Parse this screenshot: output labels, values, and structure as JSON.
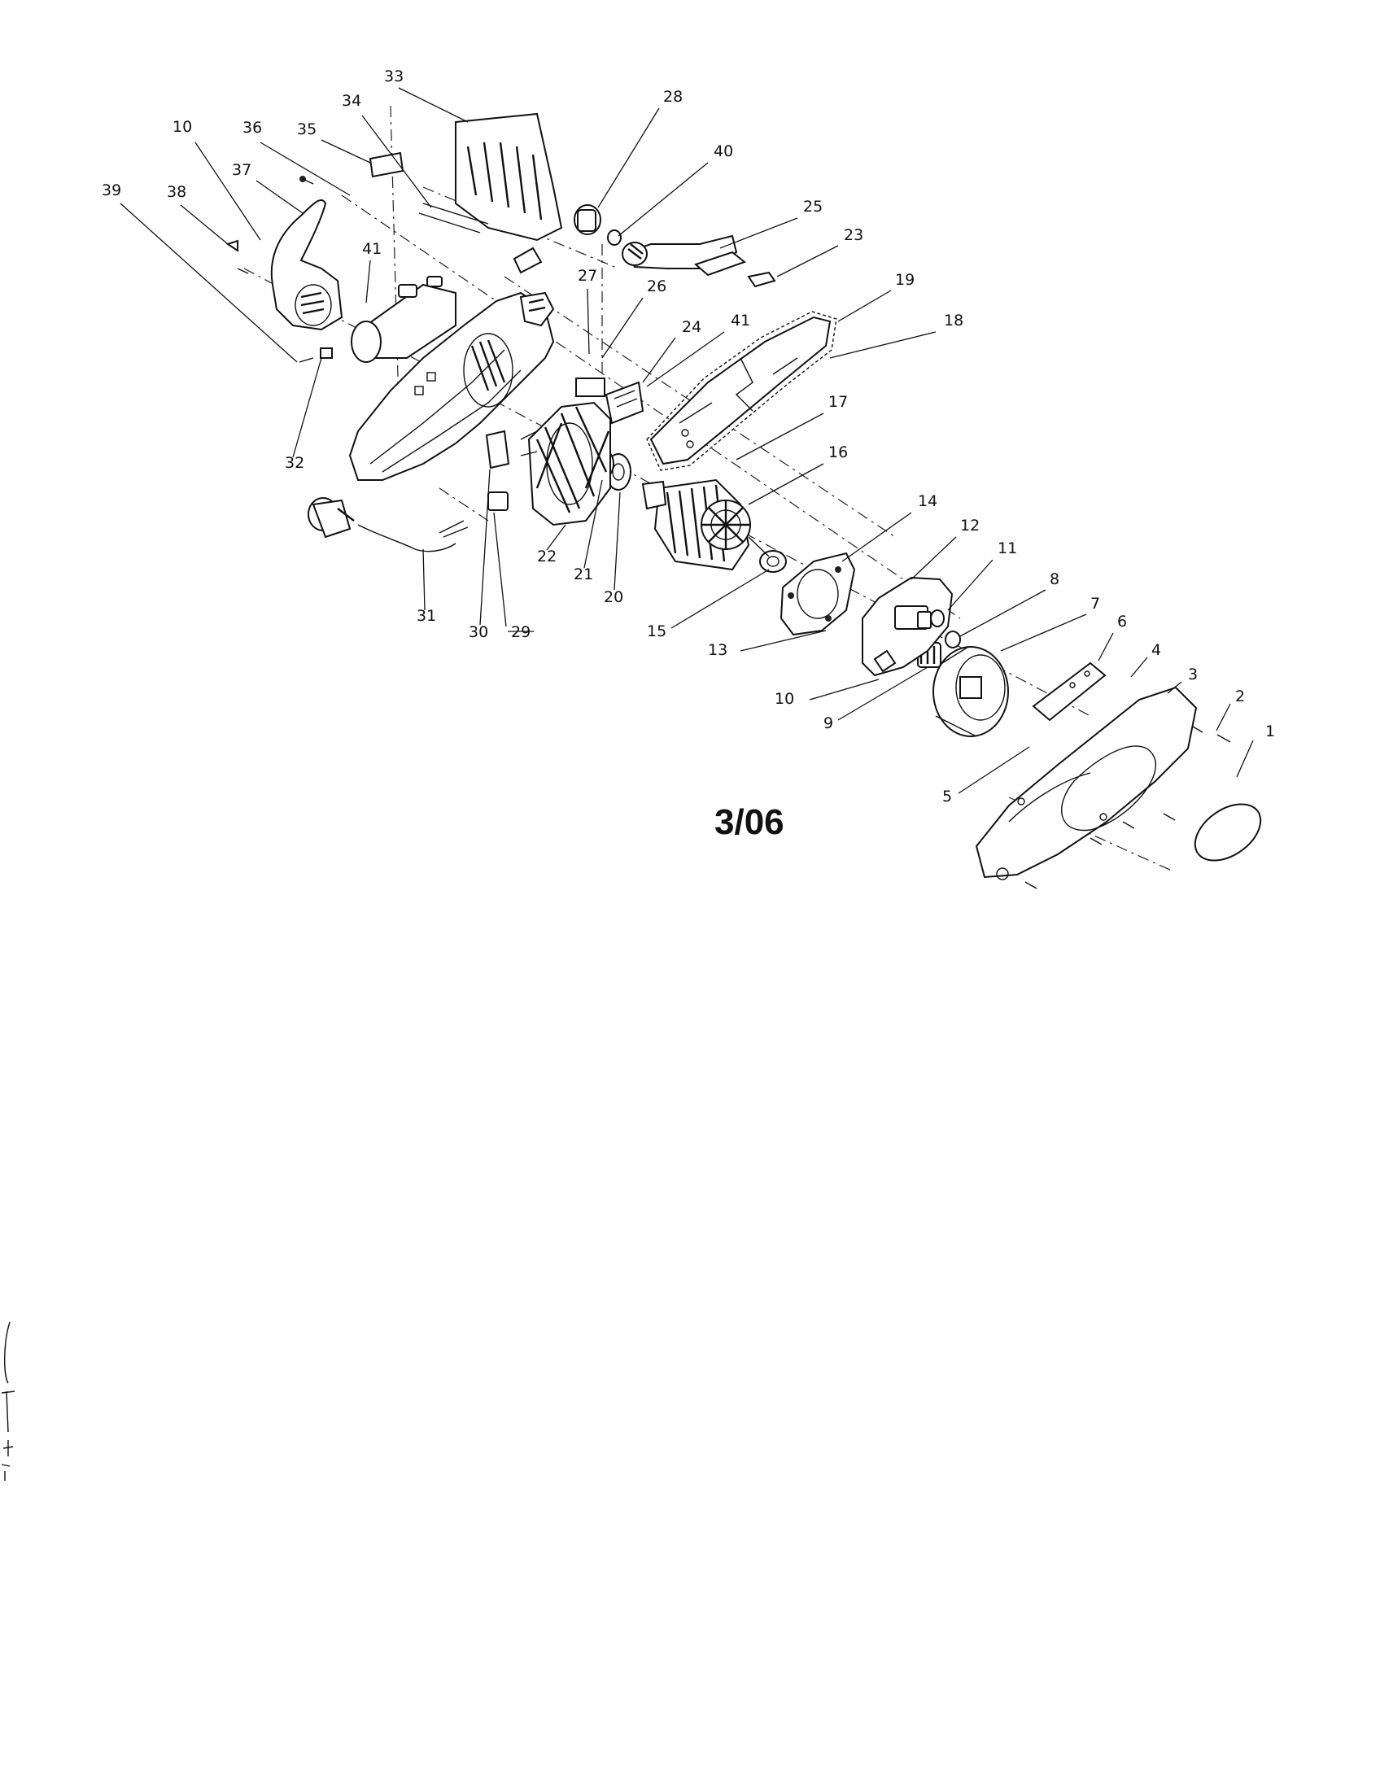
{
  "date_code": "3/06",
  "callouts": [
    {
      "label": "1"
    },
    {
      "label": "2"
    },
    {
      "label": "3"
    },
    {
      "label": "4"
    },
    {
      "label": "5"
    },
    {
      "label": "6"
    },
    {
      "label": "7"
    },
    {
      "label": "8"
    },
    {
      "label": "9"
    },
    {
      "label": "10"
    },
    {
      "label": "10"
    },
    {
      "label": "11"
    },
    {
      "label": "12"
    },
    {
      "label": "13"
    },
    {
      "label": "14"
    },
    {
      "label": "15"
    },
    {
      "label": "16"
    },
    {
      "label": "17"
    },
    {
      "label": "18"
    },
    {
      "label": "19"
    },
    {
      "label": "20"
    },
    {
      "label": "21"
    },
    {
      "label": "22"
    },
    {
      "label": "23"
    },
    {
      "label": "24"
    },
    {
      "label": "25"
    },
    {
      "label": "26"
    },
    {
      "label": "27"
    },
    {
      "label": "28"
    },
    {
      "label": "29",
      "struck": true
    },
    {
      "label": "30"
    },
    {
      "label": "31"
    },
    {
      "label": "32"
    },
    {
      "label": "33"
    },
    {
      "label": "34"
    },
    {
      "label": "35"
    },
    {
      "label": "36"
    },
    {
      "label": "37"
    },
    {
      "label": "38"
    },
    {
      "label": "39"
    },
    {
      "label": "40"
    },
    {
      "label": "41"
    },
    {
      "label": "41"
    }
  ]
}
